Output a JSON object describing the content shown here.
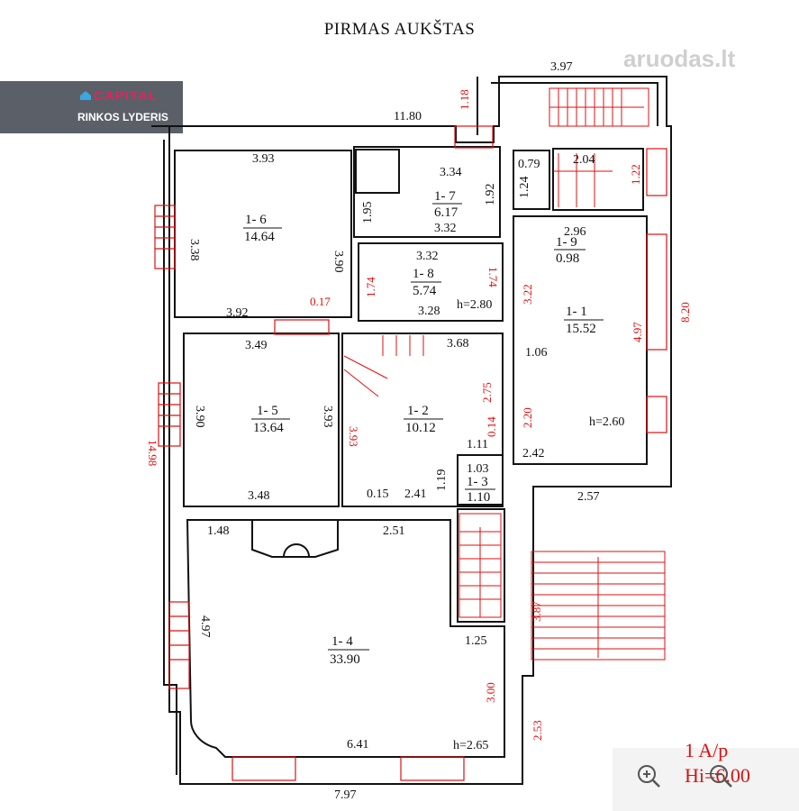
{
  "title": "PIRMAS AUKŠTAS",
  "brand": {
    "name": "CAPITAL",
    "tagline": "RINKOS LYDERIS"
  },
  "watermark": "aruodas.lt",
  "dimensions": {
    "d397": "3.97",
    "d118": "1.18",
    "d1180": "11.80",
    "d393": "3.93",
    "d334": "3.34",
    "d192": "1.92",
    "d195": "1.95",
    "d332a": "3.32",
    "d079": "0.79",
    "d204": "2.04",
    "d124": "1.24",
    "d122": "1.22",
    "d338": "3.38",
    "d390a": "3.90",
    "d332b": "3.32",
    "d174a": "1.74",
    "d174b": "1.74",
    "d017": "0.17",
    "d328": "3.28",
    "d296": "2.96",
    "d322": "3.22",
    "d820": "8.20",
    "d392": "3.92",
    "d349": "3.49",
    "d368": "3.68",
    "d497a": "4.97",
    "d106": "1.06",
    "d275": "2.75",
    "d390b": "3.90",
    "d393b": "3.93",
    "d393c": "3.93",
    "d014": "0.14",
    "d220": "2.20",
    "d1498": "14.98",
    "d111": "1.11",
    "d242": "2.42",
    "d103": "1.03",
    "d119": "1.19",
    "d348": "3.48",
    "d015": "0.15",
    "d241": "2.41",
    "d257": "2.57",
    "d148": "1.48",
    "d251": "2.51",
    "d387": "3.87",
    "d497b": "4.97",
    "d125": "1.25",
    "d300": "3.00",
    "d253": "2.53",
    "d641": "6.41",
    "d797": "7.97"
  },
  "heights": {
    "h280": "h=2.80",
    "h260": "h=2.60",
    "h265": "h=2.65"
  },
  "rooms": {
    "r16": {
      "id": "1- 6",
      "area": "14.64"
    },
    "r17": {
      "id": "1- 7",
      "area": "6.17"
    },
    "r18": {
      "id": "1- 8",
      "area": "5.74"
    },
    "r19": {
      "id": "1- 9",
      "area": "0.98"
    },
    "r11": {
      "id": "1- 1",
      "area": "15.52"
    },
    "r15": {
      "id": "1- 5",
      "area": "13.64"
    },
    "r12": {
      "id": "1- 2",
      "area": "10.12"
    },
    "r13": {
      "id": "1- 3",
      "area": "1.10"
    },
    "r14": {
      "id": "1- 4",
      "area": "33.90"
    }
  },
  "corner": {
    "line1": "1 A/p",
    "line2": "Hi=6.00"
  },
  "colors": {
    "wall": "#111111",
    "dimension": "#dd1111",
    "brand_bg": "#5b6068"
  },
  "icons": [
    "zoom-in-icon",
    "zoom-out-icon"
  ]
}
